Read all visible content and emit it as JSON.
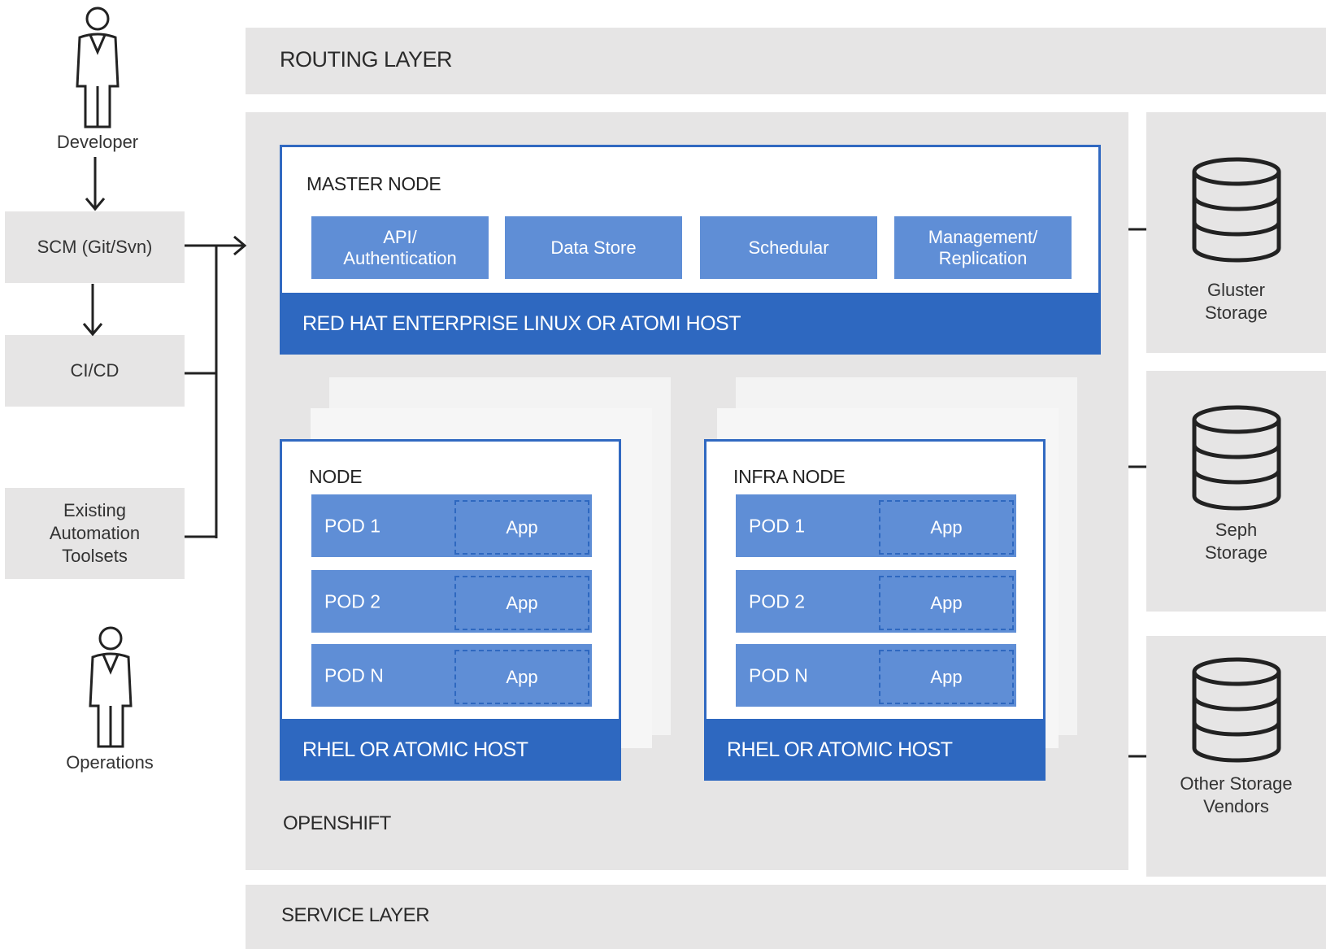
{
  "bands": {
    "routing": "ROUTING LAYER",
    "service": "SERVICE LAYER",
    "openshift": "OPENSHIFT"
  },
  "people": {
    "developer": "Developer",
    "operations": "Operations"
  },
  "left_boxes": {
    "scm": "SCM (Git/Svn)",
    "cicd": "CI/CD",
    "existing_1": "Existing",
    "existing_2": "Automation",
    "existing_3": "Toolsets"
  },
  "master": {
    "title": "MASTER NODE",
    "services": [
      {
        "line1": "API/",
        "line2": "Authentication"
      },
      {
        "line1": "Data Store",
        "line2": ""
      },
      {
        "line1": "Schedular",
        "line2": ""
      },
      {
        "line1": "Management/",
        "line2": "Replication"
      }
    ],
    "host": "RED HAT ENTERPRISE LINUX OR ATOMI HOST"
  },
  "node": {
    "title": "NODE",
    "pods": [
      "POD 1",
      "POD 2",
      "POD N"
    ],
    "app": "App",
    "host": "RHEL OR ATOMIC HOST"
  },
  "infra_node": {
    "title": "INFRA NODE",
    "pods": [
      "POD 1",
      "POD 2",
      "POD N"
    ],
    "app": "App",
    "host": "RHEL OR ATOMIC HOST"
  },
  "storage": [
    {
      "line1": "Gluster",
      "line2": "Storage",
      "icon": "database-icon"
    },
    {
      "line1": "Seph",
      "line2": "Storage",
      "icon": "database-icon"
    },
    {
      "line1": "Other Storage",
      "line2": "Vendors",
      "icon": "database-icon"
    }
  ],
  "colors": {
    "band_gray": "#e6e5e5",
    "host_blue": "#2e68c0",
    "component_blue": "#5f8ed6"
  }
}
